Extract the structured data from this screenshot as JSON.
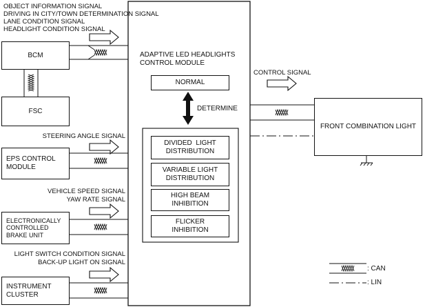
{
  "input_labels": {
    "bcm_signals": [
      "OBJECT INFORMATION SIGNAL",
      "DRIVING IN CITY/TOWN DETERMINATION SIGNAL",
      "LANE CONDITION SIGNAL",
      "HEADLIGHT CONDITION SIGNAL"
    ],
    "eps_signal": "STEERING ANGLE SIGNAL",
    "brake_signals": [
      "VEHICLE SPEED SIGNAL",
      "YAW RATE SIGNAL"
    ],
    "cluster_signals": [
      "LIGHT SWITCH CONDITION SIGNAL",
      "BACK-UP LIGHT ON SIGNAL"
    ]
  },
  "left_units": {
    "bcm": "BCM",
    "fsc": "FSC",
    "eps": [
      "EPS CONTROL",
      "MODULE"
    ],
    "brake": [
      "ELECTRONICALLY",
      "CONTROLLED",
      "BRAKE UNIT"
    ],
    "cluster": [
      "INSTRUMENT",
      "CLUSTER"
    ]
  },
  "module": {
    "title": [
      "ADAPTIVE LED HEADLIGHTS",
      "CONTROL MODULE"
    ],
    "normal": "NORMAL",
    "determine": "DETERMINE",
    "modes": [
      [
        "DIVIDED  LIGHT",
        "DISTRIBUTION"
      ],
      [
        "VARIABLE LIGHT",
        "DISTRIBUTION"
      ],
      [
        "HIGH BEAM",
        "INHIBITION"
      ],
      [
        "FLICKER",
        "INHIBITION"
      ]
    ]
  },
  "output": {
    "signal": "CONTROL SIGNAL",
    "unit": "FRONT COMBINATION LIGHT"
  },
  "legend": {
    "can": ": CAN",
    "lin": ": LIN"
  }
}
